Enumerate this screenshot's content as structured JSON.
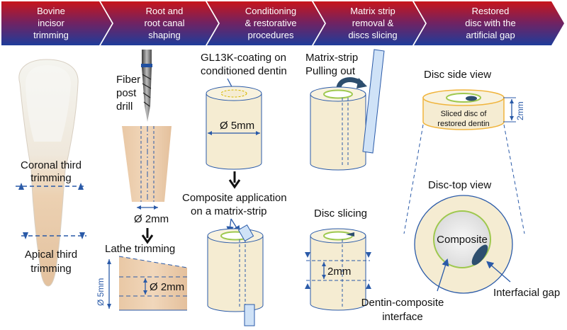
{
  "header": {
    "steps": [
      {
        "line1": "Bovine",
        "line2": "incisor",
        "line3": "trimming"
      },
      {
        "line1": "Root and",
        "line2": "root canal",
        "line3": "shaping"
      },
      {
        "line1": "Conditioning",
        "line2": "& restorative",
        "line3": "procedures"
      },
      {
        "line1": "Matrix strip",
        "line2": "removal &",
        "line3": "discs slicing"
      },
      {
        "line1": "Restored",
        "line2": "disc with the",
        "line3": "artificial gap"
      }
    ]
  },
  "tooth": {
    "coronal_line1": "Coronal third",
    "coronal_line2": "trimming",
    "apical_line1": "Apical third",
    "apical_line2": "trimming"
  },
  "root": {
    "fiber_line1": "Fiber",
    "fiber_line2": "post",
    "fiber_line3": "drill",
    "canal_diameter": "Ø 2mm",
    "lathe_label": "Lathe trimming",
    "outer_diameter": "Ø 5mm",
    "inner_diameter": "Ø 2mm"
  },
  "conditioning": {
    "coating_line1": "GL13K-coating on",
    "coating_line2": "conditioned dentin",
    "cylinder_diameter": "Ø 5mm",
    "composite_line1": "Composite application",
    "composite_line2": "on a matrix-strip"
  },
  "matrix": {
    "pull_line1": "Matrix-strip",
    "pull_line2": "Pulling out",
    "slicing_label": "Disc slicing",
    "slice_thickness": "2mm"
  },
  "restored": {
    "side_view_label": "Disc side view",
    "sliced_line1": "Sliced disc of",
    "sliced_line2": "restored dentin",
    "disc_thickness": "2mm",
    "top_view_label": "Disc-top view",
    "composite_label": "Composite",
    "interface_line1": "Dentin-composite",
    "interface_line2": "interface",
    "gap_label": "Interfacial gap"
  },
  "colors": {
    "arrow_red": "#c8151b",
    "arrow_blue": "#1e3c9a",
    "dentin": "#f5ecd2",
    "tooth_root": "#e8c9a6",
    "measure_blue": "#2a5aa8",
    "coating_green": "#9ec84e",
    "disc_outline": "#f0b43c"
  }
}
